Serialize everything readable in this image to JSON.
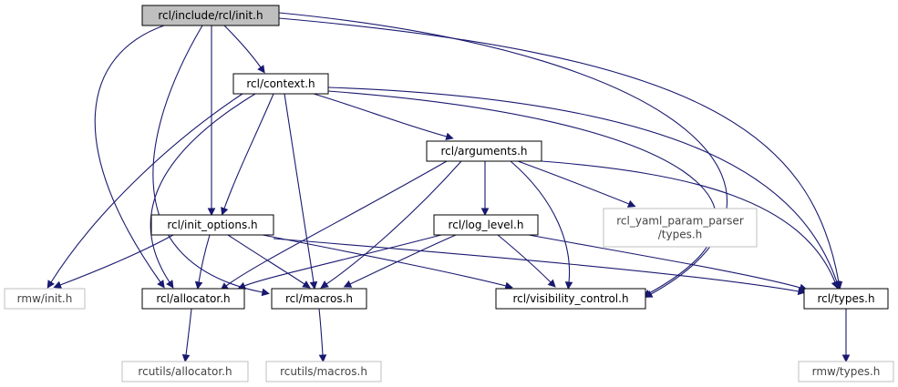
{
  "graph": {
    "colors": {
      "edge": "#191970",
      "root_fill": "#bfbfbf",
      "node_fill": "#ffffff",
      "node_border": "#000000",
      "external_border": "#bfbfbf"
    },
    "nodes": [
      {
        "id": "init",
        "label": "rcl/include/rcl/init.h",
        "style": "root"
      },
      {
        "id": "context",
        "label": "rcl/context.h",
        "style": "normal"
      },
      {
        "id": "arguments",
        "label": "rcl/arguments.h",
        "style": "normal"
      },
      {
        "id": "yaml",
        "label": [
          "rcl_yaml_param_parser",
          "/types.h"
        ],
        "style": "external"
      },
      {
        "id": "log_level",
        "label": "rcl/log_level.h",
        "style": "normal"
      },
      {
        "id": "init_options",
        "label": "rcl/init_options.h",
        "style": "normal"
      },
      {
        "id": "rmw_init",
        "label": "rmw/init.h",
        "style": "external"
      },
      {
        "id": "allocator",
        "label": "rcl/allocator.h",
        "style": "normal"
      },
      {
        "id": "macros",
        "label": "rcl/macros.h",
        "style": "normal"
      },
      {
        "id": "visibility",
        "label": "rcl/visibility_control.h",
        "style": "normal"
      },
      {
        "id": "types",
        "label": "rcl/types.h",
        "style": "normal"
      },
      {
        "id": "rcutils_allocator",
        "label": "rcutils/allocator.h",
        "style": "external"
      },
      {
        "id": "rcutils_macros",
        "label": "rcutils/macros.h",
        "style": "external"
      },
      {
        "id": "rmw_types",
        "label": "rmw/types.h",
        "style": "external"
      }
    ],
    "edges": [
      {
        "from": "init",
        "to": "context"
      },
      {
        "from": "init",
        "to": "init_options"
      },
      {
        "from": "init",
        "to": "allocator"
      },
      {
        "from": "init",
        "to": "macros"
      },
      {
        "from": "init",
        "to": "visibility"
      },
      {
        "from": "init",
        "to": "types"
      },
      {
        "from": "context",
        "to": "arguments"
      },
      {
        "from": "context",
        "to": "init_options"
      },
      {
        "from": "context",
        "to": "rmw_init"
      },
      {
        "from": "context",
        "to": "allocator"
      },
      {
        "from": "context",
        "to": "macros"
      },
      {
        "from": "context",
        "to": "visibility"
      },
      {
        "from": "context",
        "to": "types"
      },
      {
        "from": "arguments",
        "to": "allocator"
      },
      {
        "from": "arguments",
        "to": "macros"
      },
      {
        "from": "arguments",
        "to": "log_level"
      },
      {
        "from": "arguments",
        "to": "yaml"
      },
      {
        "from": "arguments",
        "to": "visibility"
      },
      {
        "from": "arguments",
        "to": "types"
      },
      {
        "from": "init_options",
        "to": "rmw_init"
      },
      {
        "from": "init_options",
        "to": "allocator"
      },
      {
        "from": "init_options",
        "to": "macros"
      },
      {
        "from": "init_options",
        "to": "visibility"
      },
      {
        "from": "init_options",
        "to": "types"
      },
      {
        "from": "log_level",
        "to": "allocator"
      },
      {
        "from": "log_level",
        "to": "macros"
      },
      {
        "from": "log_level",
        "to": "visibility"
      },
      {
        "from": "log_level",
        "to": "types"
      },
      {
        "from": "allocator",
        "to": "rcutils_allocator"
      },
      {
        "from": "macros",
        "to": "rcutils_macros"
      },
      {
        "from": "types",
        "to": "rmw_types"
      }
    ]
  }
}
